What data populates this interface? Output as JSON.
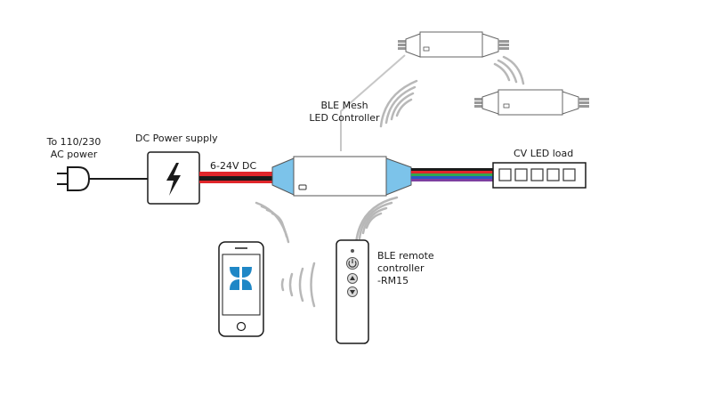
{
  "labels": {
    "ac_power_line1": "To 110/230",
    "ac_power_line2": "AC power",
    "dc_supply": "DC Power supply",
    "voltage": "6-24V DC",
    "controller_line1": "BLE Mesh",
    "controller_line2": "LED Controller",
    "led_load": "CV LED load",
    "remote_line1": "BLE remote",
    "remote_line2": "controller",
    "remote_line3": "-RM15"
  },
  "colors": {
    "cable_red": "#e0262b",
    "cable_black": "#1a1a1a",
    "connector_blue": "#7cc3ea",
    "app_icon_blue": "#1f87c6",
    "wave_gray": "#b8b8b8",
    "mesh_line": "#c7c7c7",
    "rgb_wires": [
      "#e0262b",
      "#2fa84f",
      "#2b57c4",
      "#7d3fa0"
    ]
  },
  "icons": {
    "plug": "power-plug-icon",
    "supply": "lightning-bolt-icon",
    "app": "app-logo-icon",
    "remote_buttons": [
      "power-button-icon",
      "up-button-icon",
      "down-button-icon"
    ]
  }
}
